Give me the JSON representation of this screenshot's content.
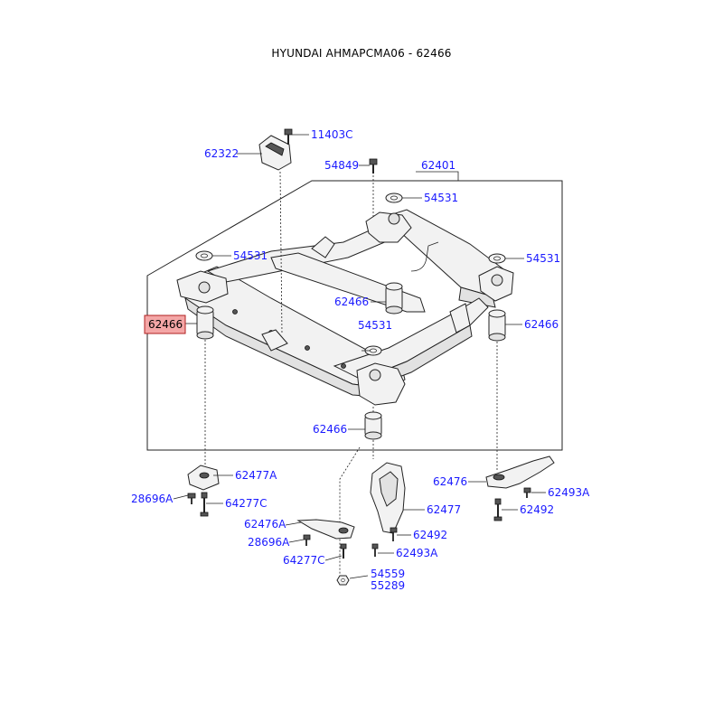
{
  "title": "HYUNDAI AHMAPCMA06 - 62466",
  "highlight_color": "#f4a6a6",
  "label_color": "#1a1aff",
  "labels": {
    "l11403C": "11403C",
    "l62322": "62322",
    "l54849": "54849",
    "l62401": "62401",
    "l54531a": "54531",
    "l54531b": "54531",
    "l54531c": "54531",
    "l54531d": "54531",
    "l62466hl": "62466",
    "l62466a": "62466",
    "l62466b": "62466",
    "l62466c": "62466",
    "l62477A": "62477A",
    "l28696Aa": "28696A",
    "l64277Ca": "64277C",
    "l62476": "62476",
    "l62493Aa": "62493A",
    "l62492a": "62492",
    "l62477": "62477",
    "l62492b": "62492",
    "l62493Ab": "62493A",
    "l62476A": "62476A",
    "l28696Ab": "28696A",
    "l64277Cb": "64277C",
    "l54559": "54559",
    "l55289": "55289"
  }
}
